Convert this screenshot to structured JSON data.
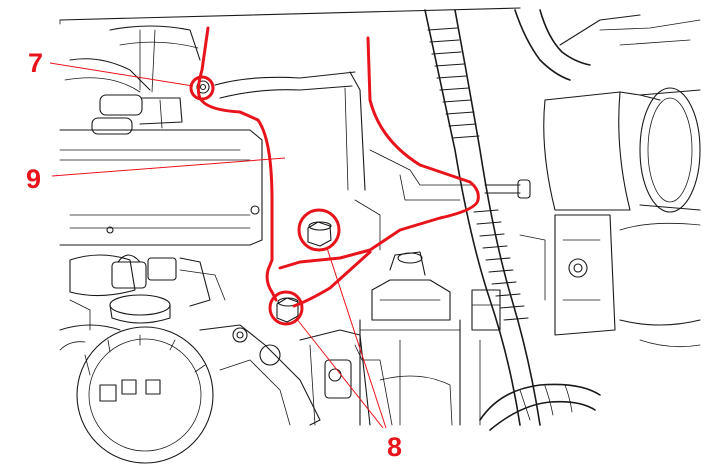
{
  "callouts": {
    "bolt_top": "7",
    "bracket": "9",
    "bolts_lower": "8"
  },
  "colors": {
    "highlight": "#e8141c",
    "linework": "#1a1a1a",
    "background": "#ffffff"
  }
}
